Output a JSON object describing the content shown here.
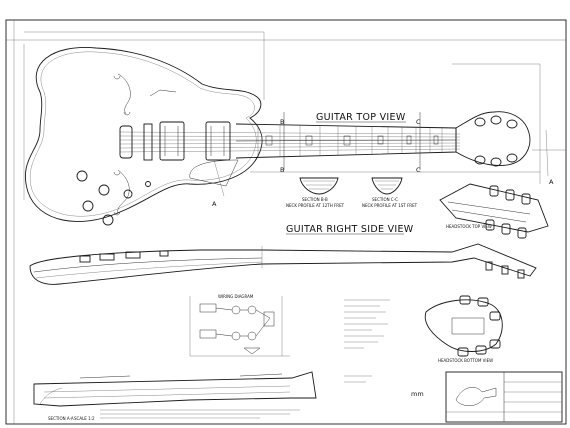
{
  "views": {
    "top_view_title": "GUITAR TOP VIEW",
    "side_view_title": "GUITAR RIGHT SIDE VIEW",
    "headstock_top": "HEADSTOCK TOP VIEW",
    "headstock_bottom": "HEADSTOCK BOTTOM VIEW"
  },
  "sections": {
    "bb_title": "SECTION B-B",
    "bb_sub": "NECK PROFILE AT 12TH FRET",
    "cc_title": "SECTION C-C",
    "cc_sub": "NECK PROFILE AT 1ST FRET",
    "aa_title": "SECTION A-A",
    "aa_scale": "SCALE 1:2"
  },
  "markers": {
    "a": "A",
    "b": "B",
    "c": "C"
  },
  "stamps": {
    "mm": "mm",
    "wiring": "WIRING DIAGRAM"
  }
}
